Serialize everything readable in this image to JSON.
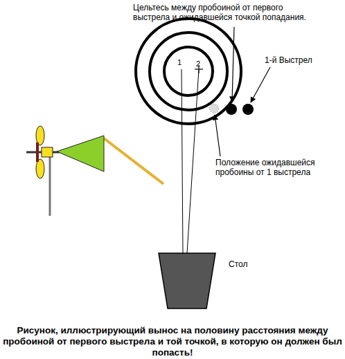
{
  "diagram": {
    "caption": "Рисунок, иллюстрирующий вынос на половину расстояния между пробоиной от первого выстрела и той точкой, в которую он должен был попасть!",
    "nodes": [
      {
        "text": [
          "Стол"
        ]
      }
    ],
    "labels": [
      "Цельтесь между пробоиной от первого выстрела и ожидавшейся точкой попадания.",
      "1-й Выстрел",
      "Положение ожидавшейся пробоины от 1 выстрела",
      "1",
      "2"
    ]
  }
}
